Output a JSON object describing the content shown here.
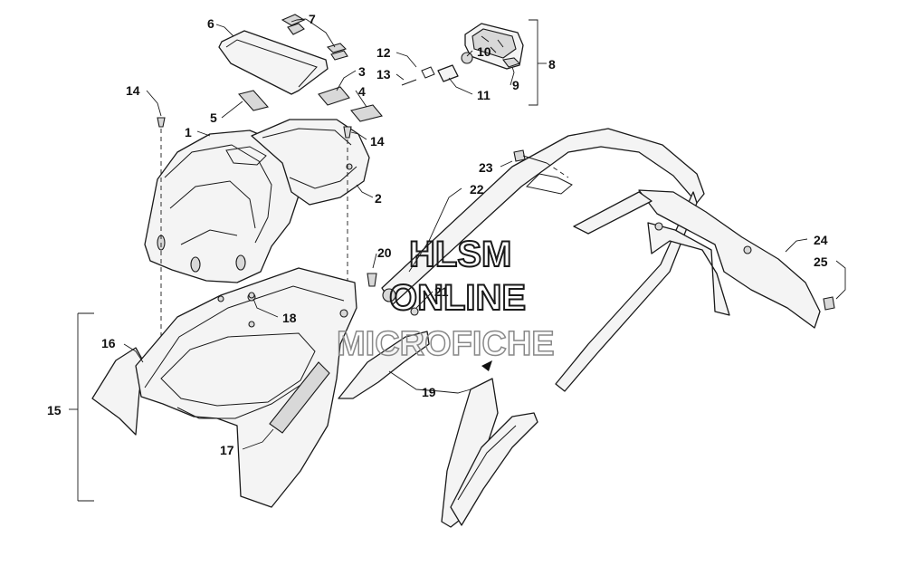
{
  "callouts": {
    "c1": "1",
    "c2": "2",
    "c3": "3",
    "c4": "4",
    "c5": "5",
    "c6": "6",
    "c7": "7",
    "c8": "8",
    "c9": "9",
    "c10": "10",
    "c11": "11",
    "c12": "12",
    "c13": "13",
    "c14a": "14",
    "c14b": "14",
    "c15": "15",
    "c16": "16",
    "c17": "17",
    "c18": "18",
    "c19": "19",
    "c20": "20",
    "c21": "21",
    "c22": "22",
    "c23": "23",
    "c24": "24",
    "c25": "25"
  },
  "watermark": {
    "line1": "HLSM",
    "line2": "ONLINE",
    "line3": "MICROFICHE"
  },
  "colors": {
    "line": "#1a1a1a",
    "fill": "#f4f4f4",
    "shade": "#d8d8d8",
    "background": "#ffffff"
  }
}
